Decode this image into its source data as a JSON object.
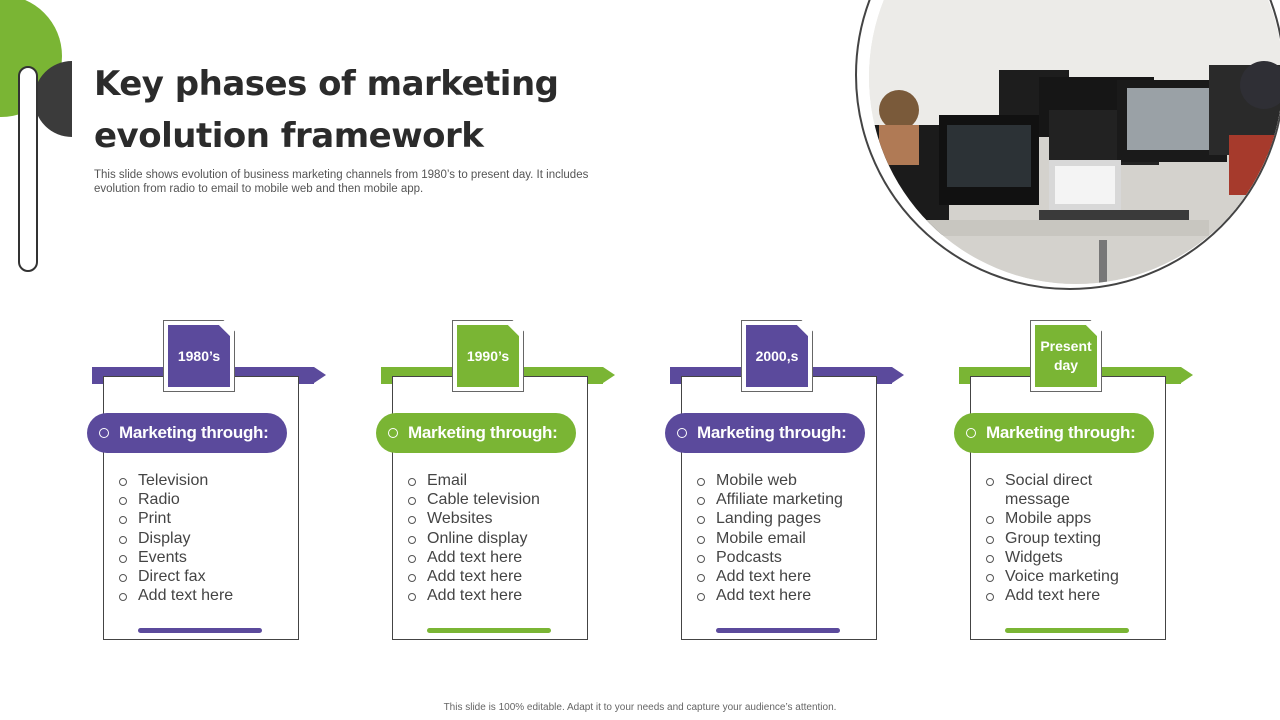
{
  "title": "Key phases of marketing evolution framework",
  "subtitle": "This slide shows evolution of business marketing channels from 1980’s to present day. It includes evolution from radio to email to mobile web and then mobile app.",
  "colors": {
    "purple": "#5b4a9c",
    "green": "#7ab534",
    "dark": "#3b3b3b"
  },
  "phases": [
    {
      "tag": "1980’s",
      "heading": "Marketing through:",
      "color": "#5b4a9c",
      "items": [
        "Television",
        "Radio",
        "Print",
        "Display",
        "Events",
        "Direct fax",
        "Add text here"
      ]
    },
    {
      "tag": "1990’s",
      "heading": "Marketing through:",
      "color": "#7ab534",
      "items": [
        "Email",
        "Cable television",
        "Websites",
        "Online display",
        "Add text here",
        "Add text here",
        "Add text here"
      ]
    },
    {
      "tag": "2000,s",
      "heading": "Marketing through:",
      "color": "#5b4a9c",
      "items": [
        "Mobile web",
        "Affiliate marketing",
        "Landing pages",
        "Mobile email",
        "Podcasts",
        "Add text here",
        "Add text here"
      ]
    },
    {
      "tag": "Present day",
      "heading": "Marketing through:",
      "color": "#7ab534",
      "items": [
        "Social direct message",
        "Mobile apps",
        "Group texting",
        "Widgets",
        "Voice marketing",
        "Add text here"
      ]
    }
  ],
  "footer": "This slide is 100% editable. Adapt it to your needs and capture your audience’s attention."
}
